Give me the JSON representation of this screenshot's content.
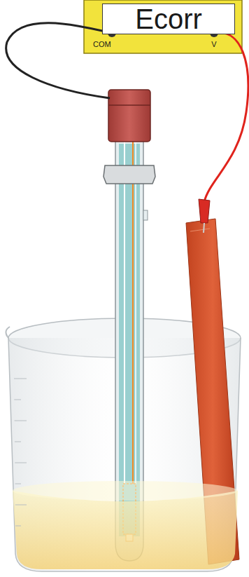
{
  "diagram": {
    "nodes": [
      {
        "text": [
          "Ecorr"
        ]
      }
    ],
    "labels": [
      "COM",
      "V"
    ]
  }
}
